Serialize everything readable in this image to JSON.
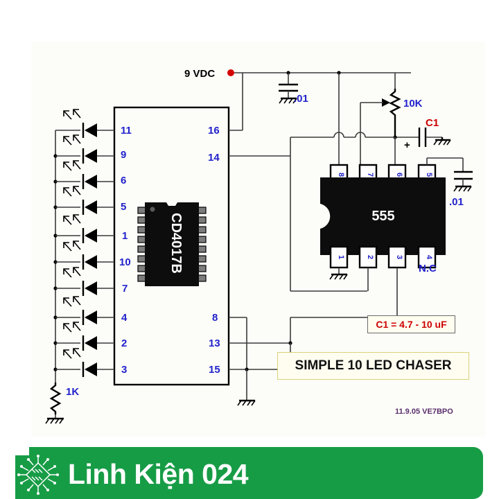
{
  "diagram": {
    "title": "SIMPLE  10 LED CHASER",
    "note_c1": "C1 = 4.7 - 10 uF",
    "signature": "11.9.05  VE7BPO",
    "supply_label": "9 VDC",
    "colors": {
      "pin_blue": "#2222cc",
      "label_red": "#cc0000",
      "brand_green": "#179c46",
      "canvas": "#fcfdf8",
      "wire": "#3a3a3a"
    }
  },
  "counter_ic": {
    "name": "CD4017B",
    "left_pins": [
      "11",
      "9",
      "6",
      "5",
      "1",
      "10",
      "7",
      "4",
      "2",
      "3"
    ],
    "right_top_pins": [
      "16",
      "14"
    ],
    "right_bottom_pins": [
      "8",
      "13",
      "15"
    ]
  },
  "timer_ic": {
    "name": "555",
    "top_pins": [
      "8",
      "7",
      "6",
      "5"
    ],
    "bottom_pins": [
      "1",
      "2",
      "3",
      "4"
    ],
    "nc_label": "N.C"
  },
  "components": {
    "resistor_1k": "1K",
    "pot_10k": "10K",
    "cap_supply": ".01",
    "cap_control": ".01",
    "cap_timing": "C1",
    "polarity_plus": "+"
  },
  "brand": {
    "name": "Linh Kiện 024",
    "icon": "microchip-icon"
  }
}
